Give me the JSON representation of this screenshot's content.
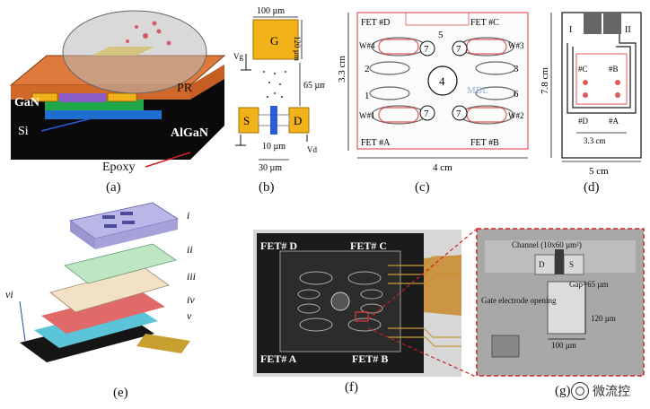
{
  "panels": {
    "a": {
      "caption": "(a)",
      "labels": {
        "pr": "PR",
        "gan": "GaN",
        "algan": "AlGaN",
        "si": "Si",
        "epoxy": "Epoxy"
      }
    },
    "b": {
      "caption": "(b)",
      "labels": {
        "g": "G",
        "s": "S",
        "d": "D",
        "vg": "Vg",
        "vd": "Vd",
        "w100": "100 µm",
        "h120": "120 µm",
        "gap65": "65 µm",
        "w10": "10 µm",
        "w30": "30 µm"
      }
    },
    "c": {
      "caption": "(c)",
      "labels": {
        "fet_d": "FET #D",
        "fet_c": "FET #C",
        "fet_a": "FET #A",
        "fet_b": "FET #B",
        "w1": "W#1",
        "w2": "W#2",
        "w3": "W#3",
        "w4": "W#4",
        "n1": "1",
        "n2": "2",
        "n3": "3",
        "n4": "4",
        "n5": "5",
        "n6": "6",
        "n7": "7",
        "dim_h": "3.3 cm",
        "dim_w": "4 cm",
        "logo": "MBL"
      }
    },
    "d": {
      "caption": "(d)",
      "labels": {
        "i": "I",
        "ii": "II",
        "c": "#C",
        "b": "#B",
        "d": "#D",
        "a": "#A",
        "dim_h": "7.8 cm",
        "dim_in": "3.3 cm",
        "dim_w": "5 cm"
      }
    },
    "e": {
      "caption": "(e)",
      "labels": {
        "i": "i",
        "ii": "ii",
        "iii": "iii",
        "iv": "iv",
        "v": "v",
        "vi": "vi"
      }
    },
    "f": {
      "caption": "(f)",
      "labels": {
        "fet_d": "FET# D",
        "fet_c": "FET# C",
        "fet_a": "FET# A",
        "fet_b": "FET# B"
      }
    },
    "g": {
      "caption": "(g)",
      "labels": {
        "channel": "Channel (10x60 µm²)",
        "d": "D",
        "s": "S",
        "gap": "Gap=65 µm",
        "gate": "Gate electrode opening",
        "h120": "120 µm",
        "w100": "100 µm"
      }
    }
  },
  "watermark": "微流控",
  "colors": {
    "pr": "#e07a3c",
    "gan": "#222222",
    "algan": "#1f6fd0",
    "gate_gold": "#f2b21a",
    "chip_red": "#e05a5a",
    "dash_red": "#d02020"
  }
}
